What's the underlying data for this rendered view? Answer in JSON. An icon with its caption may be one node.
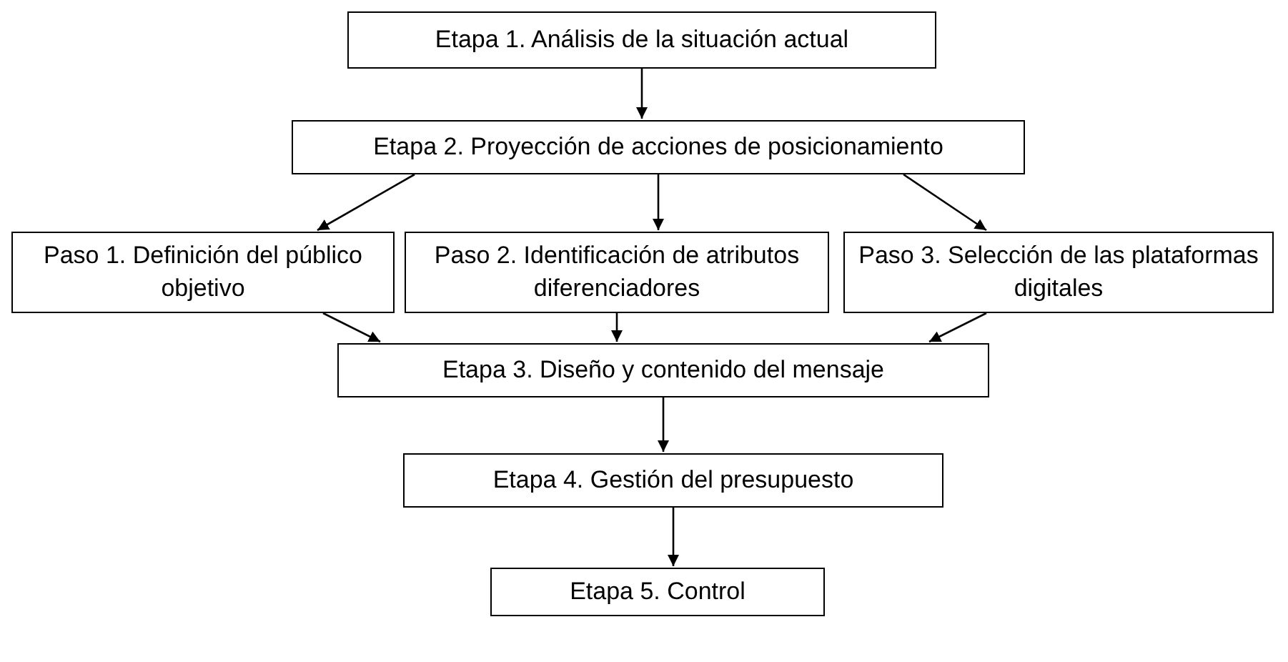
{
  "diagram": {
    "nodes": [
      {
        "text": [
          "Etapa 1. Análisis de la situación actual"
        ]
      },
      {
        "text": [
          "Etapa 2. Proyección de acciones de posicionamiento"
        ]
      },
      {
        "text": [
          "Paso 1. Definición del público objetivo"
        ]
      },
      {
        "text": [
          "Paso 2. Identificación de atributos diferenciadores"
        ]
      },
      {
        "text": [
          "Paso 3. Selección de las plataformas digitales"
        ]
      },
      {
        "text": [
          "Etapa 3. Diseño y contenido del mensaje"
        ]
      },
      {
        "text": [
          "Etapa 4. Gestión del presupuesto"
        ]
      },
      {
        "text": [
          "Etapa 5. Control"
        ]
      }
    ],
    "edges": [
      {
        "from": 0,
        "to": 1,
        "arrow": "to"
      },
      {
        "from": 1,
        "to": 2,
        "arrow": "to"
      },
      {
        "from": 1,
        "to": 3,
        "arrow": "to"
      },
      {
        "from": 1,
        "to": 4,
        "arrow": "to"
      },
      {
        "from": 2,
        "to": 5,
        "arrow": "to"
      },
      {
        "from": 3,
        "to": 5,
        "arrow": "to"
      },
      {
        "from": 4,
        "to": 5,
        "arrow": "to"
      },
      {
        "from": 5,
        "to": 6,
        "arrow": "to"
      },
      {
        "from": 6,
        "to": 7,
        "arrow": "to"
      }
    ]
  }
}
